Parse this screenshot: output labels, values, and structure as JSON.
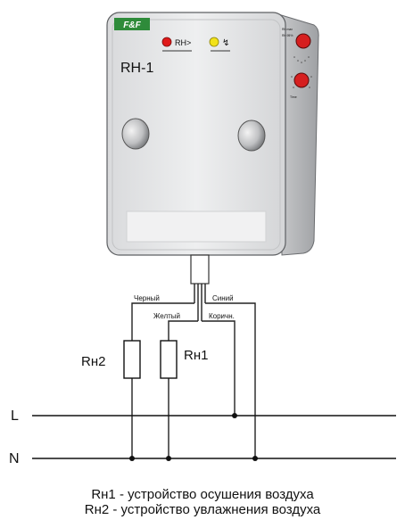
{
  "device": {
    "brand": "F&F",
    "model": "RH-1",
    "indicator_red_label": "RH>",
    "indicator_yellow_label": "↯",
    "side_marks": [
      "Rh max",
      "Rh 95%",
      "Time"
    ]
  },
  "wires": {
    "black": "Черный",
    "blue": "Синий",
    "yellow": "Желтый",
    "brown": "Коричн."
  },
  "loads": {
    "rh1": "Rн1",
    "rh2": "Rн2"
  },
  "lines": {
    "l": "L",
    "n": "N"
  },
  "legend": {
    "line1": "Rн1 - устройство осушения воздуха",
    "line2": "Rн2 - устройство увлажнения воздуха"
  },
  "colors": {
    "body": "#e7e8ea",
    "body_shadow": "#b9bbbe",
    "brand_green": "#2e8b3a",
    "indicator_red": "#e01a1a",
    "indicator_yellow": "#f2e21a",
    "knob_red": "#d61f1f"
  }
}
